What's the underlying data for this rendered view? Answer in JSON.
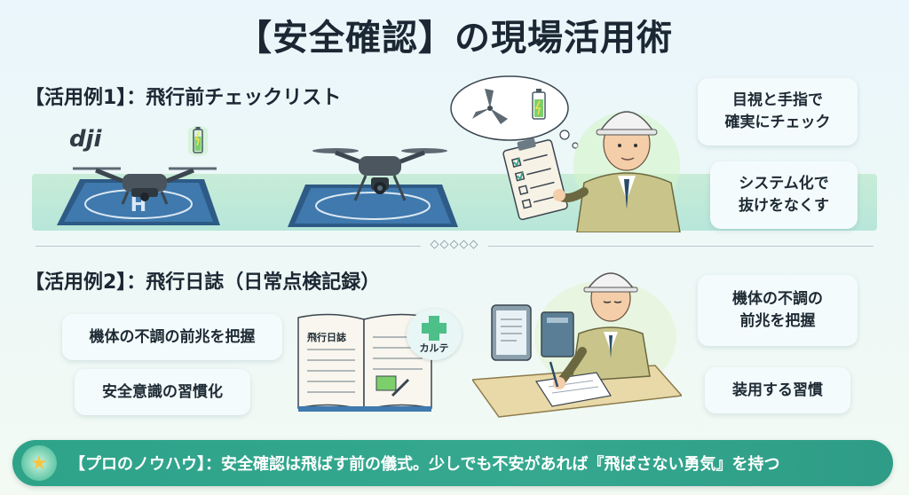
{
  "title": "【安全確認】の現場活用術",
  "section1": {
    "heading": "【活用例1】：飛行前チェックリスト",
    "bubbles": [
      "目視と手指で",
      "確実にチェック",
      "システム化で",
      "抜けをなくす"
    ],
    "logo": "dji"
  },
  "section2": {
    "heading": "【活用例2】：飛行日誌（日常点検記録）",
    "left_bubbles": [
      "機体の不調の前兆を把握",
      "安全意識の習慣化"
    ],
    "book_title": "飛行日誌",
    "karte_label": "カルテ",
    "right_bubbles": [
      "機体の不調の",
      "前兆を把握",
      "装用する習慣"
    ]
  },
  "divider_ornament": "◇◇◇◇◇",
  "tip": {
    "icon": "star-icon",
    "text": "【プロのノウハウ】：安全確認は飛ばす前の儀式。少しでも不安があれば『飛ばさない勇気』を持つ"
  },
  "colors": {
    "accent": "#2ea38a",
    "battery": "#7ccf6b",
    "helmet": "#f2f2f2",
    "uniform": "#c9c58a"
  }
}
